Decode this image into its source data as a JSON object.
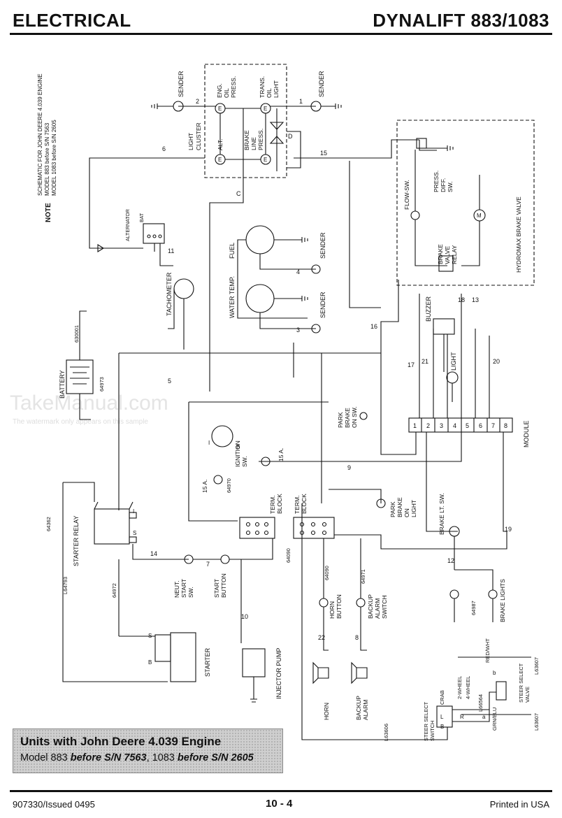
{
  "header": {
    "left": "ELECTRICAL",
    "right": "DYNALIFT 883/1083"
  },
  "footer": {
    "left": "907330/Issued 0495",
    "center": "10 - 4",
    "right": "Printed in USA"
  },
  "units_box": {
    "title": "Units with John Deere 4.039 Engine",
    "line_prefix": "Model 883 ",
    "line_em1": "before S/N 7563",
    "line_mid": ", 1083 ",
    "line_em2": "before S/N 2605"
  },
  "watermark": {
    "main": "TakeManual.com",
    "sub": "The watermark only appears on this sample"
  },
  "note": {
    "label": "NOTE",
    "lines": [
      "SCHEMATIC FOR JOHN DEERE 4.039 ENGINE",
      "MODEL 883 before S/N 7563",
      "MODEL 1083 before S/N 2605"
    ]
  },
  "labels": {
    "sender": "SENDER",
    "eng_oil": [
      "ENG.",
      "OIL",
      "PRESS."
    ],
    "trans_oil": [
      "TRANS.",
      "OIL",
      "LIGHT"
    ],
    "light_cluster": [
      "LIGHT",
      "CLUSTER"
    ],
    "alt": "ALT.",
    "brake_line": [
      "BRAKE",
      "LINE",
      "PRESS."
    ],
    "flow_sw": "FLOW-SW.",
    "press_diff": [
      "PRESS.",
      "DIFF.",
      "SW."
    ],
    "hydromax": "HYDROMAX BRAKE VALVE",
    "brake_valve_relay": [
      "BRAKE",
      "VALVE",
      "RELAY"
    ],
    "alternator": "ALTERNATOR",
    "bat": "BAT",
    "fuel": "FUEL",
    "water_temp": "WATER TEMP.",
    "tachometer": "TACHOMETER",
    "battery": "BATTERY",
    "buzzer": "BUZZER",
    "light": "LIGHT",
    "module": "MODULE",
    "park_brake_on_sw": [
      "PARK",
      "BRAKE",
      "ON SW."
    ],
    "ignition_sw": [
      "IGNITION",
      "SW."
    ],
    "fuse_15a": "15 A.",
    "term_block": [
      "TERM.",
      "BLOCK"
    ],
    "park_brake_on_light": [
      "PARK",
      "BRAKE",
      "ON",
      "LIGHT"
    ],
    "brake_lt_sw": "BRAKE LT. SW.",
    "starter_relay": "STARTER RELAY",
    "neut_start_sw": [
      "NEUT.",
      "START",
      "SW."
    ],
    "start_button": [
      "START",
      "BUTTON"
    ],
    "horn_button": [
      "HORN",
      "BUTTON"
    ],
    "backup_alarm_switch": [
      "BACKUP",
      "ALARM",
      "SWITCH"
    ],
    "brake_lights": "BRAKE LIGHTS",
    "starter": "STARTER",
    "injector_pump": "INJECTOR PUMP",
    "horn": "HORN",
    "backup_alarm": [
      "BACKUP",
      "ALARM"
    ],
    "steer_select_switch": [
      "STEER SELECT",
      "SWITCH"
    ],
    "steer_select_valve": [
      "STEER SELECT",
      "VALVE"
    ],
    "crab": "CRAB",
    "two_wheel": "2-WHEEL",
    "four_wheel": "4-WHEEL",
    "red_wht": "RED/WHT",
    "grn_blu": "GRN/BLU"
  },
  "part_numbers": [
    "630001",
    "64973",
    "64362",
    "L64793",
    "64972",
    "64970",
    "64090",
    "64971",
    "64987",
    "L63607",
    "L63606",
    "L66564"
  ],
  "wire_numbers": [
    "1",
    "2",
    "3",
    "4",
    "5",
    "6",
    "7",
    "8",
    "9",
    "10",
    "11",
    "12",
    "13",
    "14",
    "15",
    "16",
    "17",
    "18",
    "19",
    "20",
    "21",
    "22",
    "C",
    "D"
  ],
  "module_pins": [
    "1",
    "2",
    "3",
    "4",
    "5",
    "6",
    "7",
    "8"
  ],
  "terminal_letters": [
    "S",
    "B",
    "I",
    "L",
    "R",
    "a",
    "b"
  ]
}
